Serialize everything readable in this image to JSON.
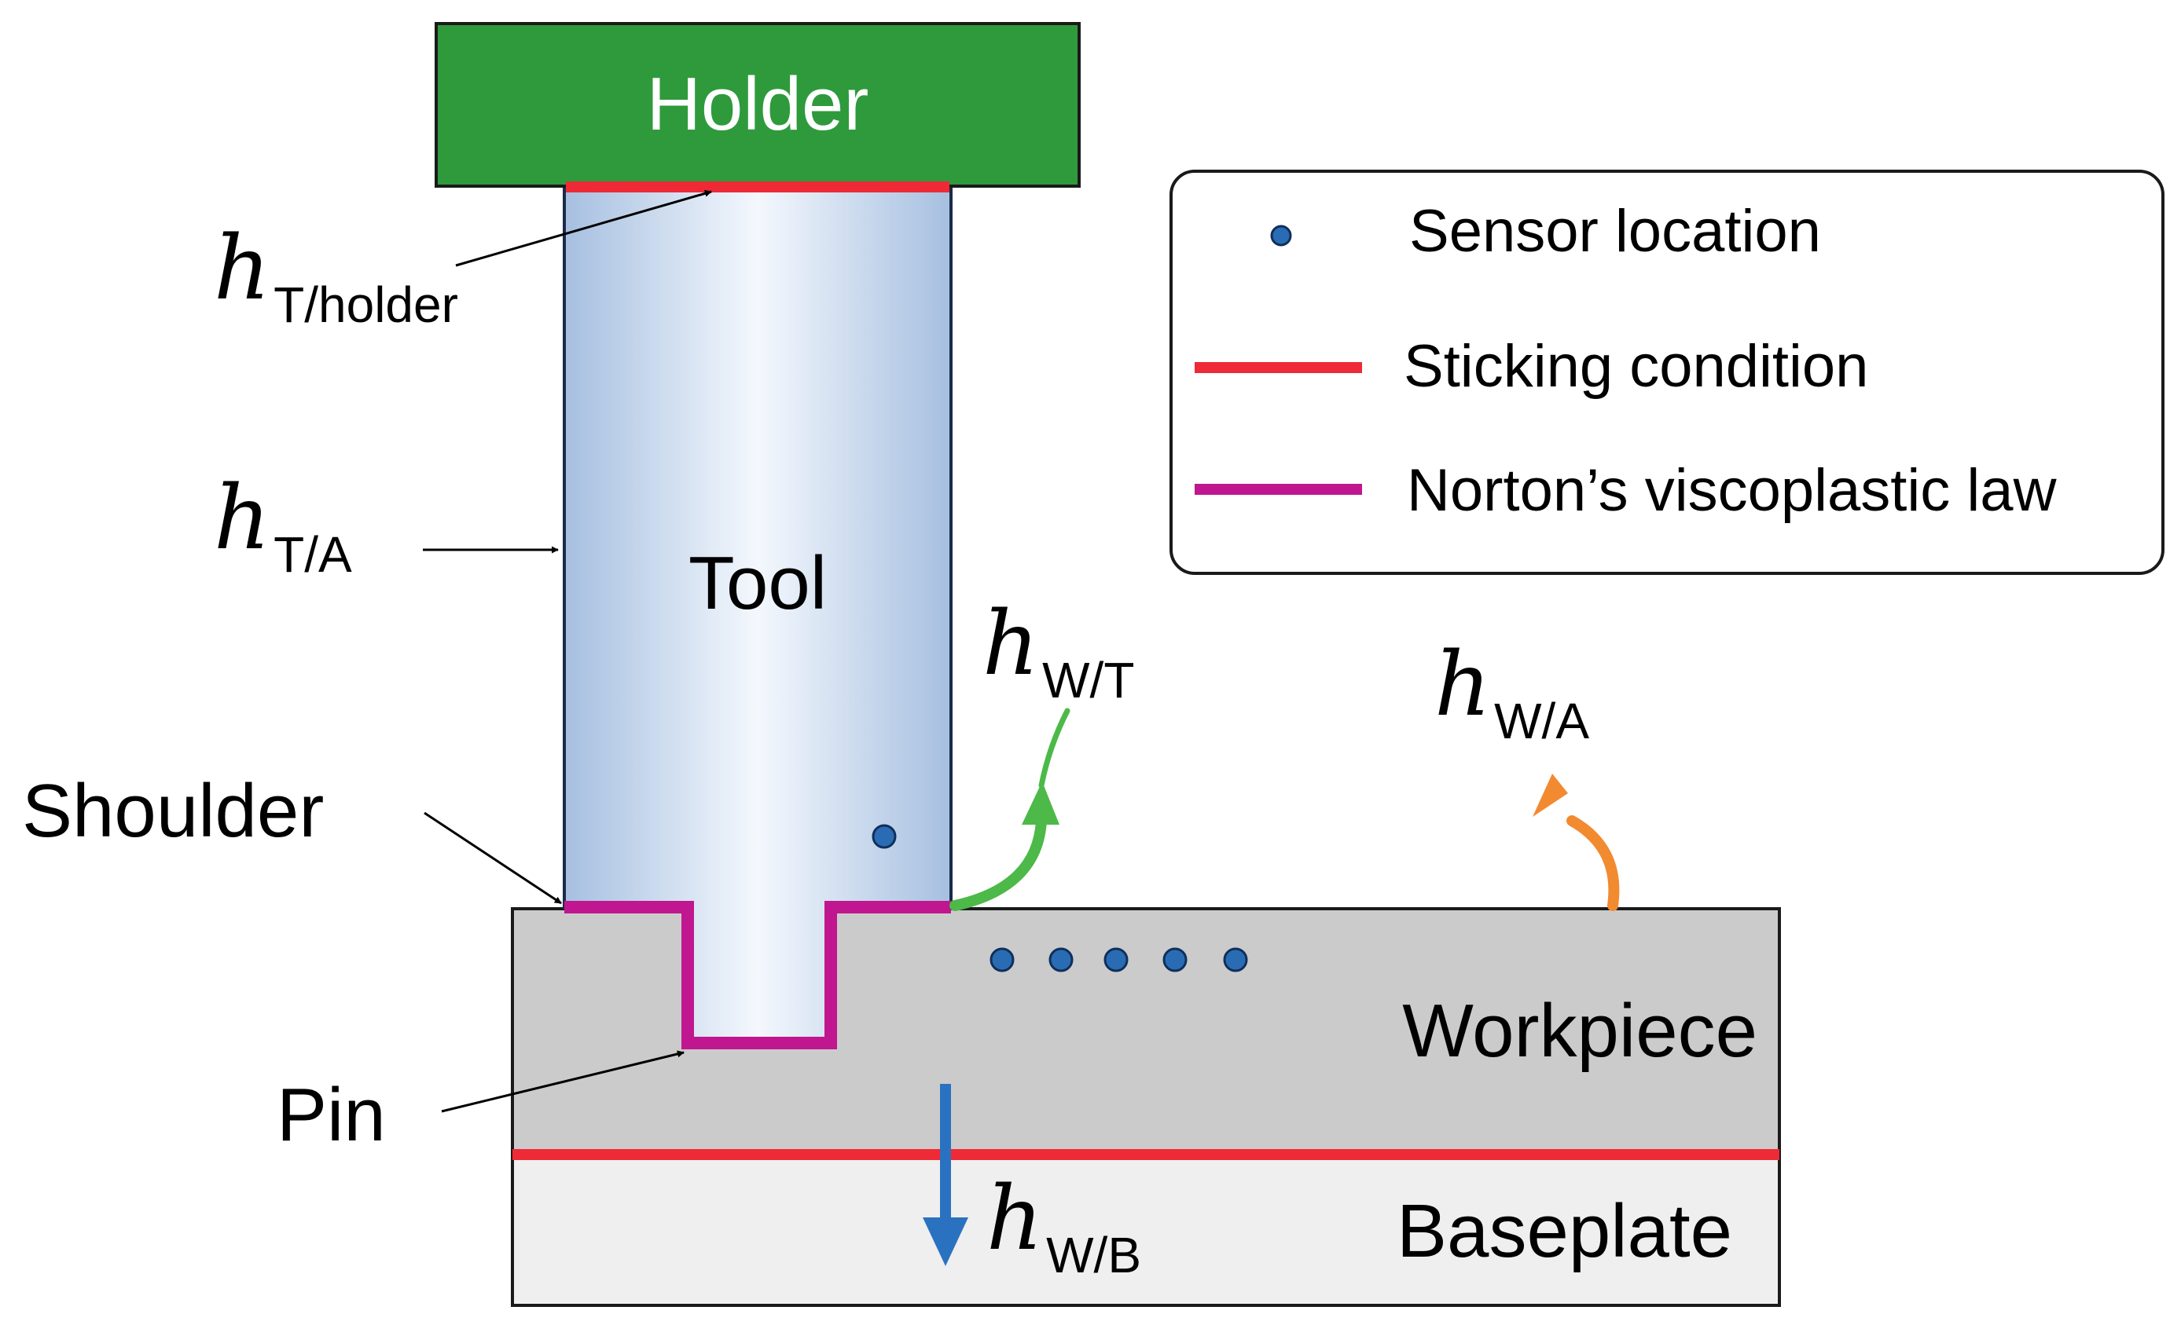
{
  "components": {
    "holder": "Holder",
    "tool": "Tool",
    "workpiece": "Workpiece",
    "baseplate": "Baseplate",
    "shoulder": "Shoulder",
    "pin": "Pin"
  },
  "coefficients": {
    "symbol": "h",
    "t_holder": "T/holder",
    "t_a": "T/A",
    "w_t": "W/T",
    "w_a": "W/A",
    "w_b": "W/B"
  },
  "legend": {
    "sensor": "Sensor location",
    "sticking": "Sticking condition",
    "norton": "Norton’s viscoplastic law"
  },
  "colors": {
    "holder_fill": "#2e9a3c",
    "tool_edge": "#a7bfe0",
    "tool_center": "#f4f8fd",
    "workpiece": "#cbcbcb",
    "baseplate": "#efefef",
    "sticking": "#ee2a36",
    "norton": "#c0168f",
    "sensor": "#2a6cb4",
    "arrow_green": "#4cb948",
    "arrow_orange": "#f28a30",
    "arrow_blue": "#2a72c0"
  }
}
